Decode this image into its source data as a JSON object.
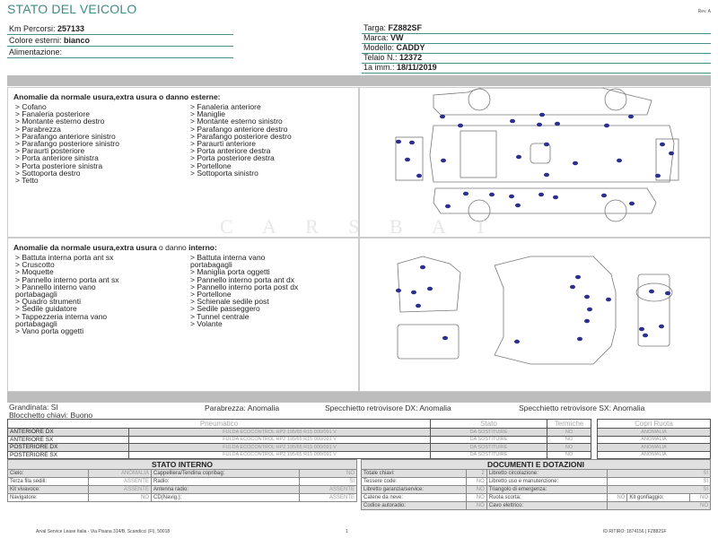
{
  "header": {
    "title": "STATO DEL VEICOLO",
    "rev": "Rev. A"
  },
  "vehicle_left": [
    {
      "label": "Km Percorsi:",
      "value": "257133"
    },
    {
      "label": "Colore esterni:",
      "value": "bianco"
    },
    {
      "label": "Alimentazione:",
      "value": ""
    }
  ],
  "vehicle_right": [
    {
      "label": "Targa:",
      "value": "FZ882SF"
    },
    {
      "label": "Marca:",
      "value": "VW"
    },
    {
      "label": "Modello:",
      "value": "CADDY"
    },
    {
      "label": "Telaio N.:",
      "value": "12372"
    },
    {
      "label": "1a imm.:",
      "value": "18/11/2019"
    }
  ],
  "exterior": {
    "heading": "Anomalie da normale usura,extra usura o danno esterne:",
    "col1": [
      "> Cofano",
      "> Fanaleria posteriore",
      "> Montante esterno destro",
      "> Parabrezza",
      "> Parafango anteriore sinistro",
      "> Parafango posteriore sinistro",
      "> Paraurti posteriore",
      "> Porta anteriore sinistra",
      "> Porta posteriore sinistra",
      "> Sottoporta destro",
      "> Tetto"
    ],
    "col2": [
      "> Fanaleria anteriore",
      "> Maniglie",
      "> Montante esterno sinistro",
      "> Parafango anteriore destro",
      "> Parafango posteriore destro",
      "> Paraurti anteriore",
      "> Porta anteriore destra",
      "> Porta posteriore destra",
      "> Portellone",
      "> Sottoporta sinistro"
    ]
  },
  "interior": {
    "heading_a": "Anomalie da normale usura,extra usura",
    "heading_b": "o danno",
    "heading_c": "interno:",
    "col1": [
      "> Battuta interna porta ant sx",
      "> Cruscotto",
      "> Moquette",
      "> Pannello interno porta ant sx",
      "> Pannello interno vano",
      "portabagagli",
      "> Quadro strumenti",
      "> Sedile guidatore",
      "> Tappezzeria interna vano",
      "portabagagli",
      "> Vano porta oggetti"
    ],
    "col2": [
      "> Battuta interna vano",
      "portabagagli",
      "> Maniglia porta oggetti",
      "> Pannello interno porta ant dx",
      "> Pannello interno porta post dx",
      "> Portellone",
      "> Schienale sedile post",
      "> Sedile passeggero",
      "> Tunnel centrale",
      "> Volante"
    ]
  },
  "watermark": "CARSBAT",
  "summary": {
    "grandinata": "Grandinata: SI",
    "blocchetto": "Blocchetto chiavi: Buono",
    "parabrezza": "Parabrezza: Anomalia",
    "spec_dx": "Specchietto retrovisore DX: Anomalia",
    "spec_sx": "Specchietto retrovisore SX: Anomalia"
  },
  "tyres": {
    "headers": [
      "Pneumatico",
      "Stato",
      "Termiche"
    ],
    "copri_header": "Copri Ruota",
    "rows": [
      {
        "pos": "ANTERIORE DX",
        "tyre": "FULDA ECOCONTROL HP2 195/65 R15 000/091 V",
        "stato": "DA SOSTITUIRE",
        "termiche": "NO",
        "copri": "ANOMALIA"
      },
      {
        "pos": "ANTERIORE SX",
        "tyre": "FULDA ECOCONTROL HP2 195/65 R15 000/091 V",
        "stato": "DA SOSTITUIRE",
        "termiche": "NO",
        "copri": "ANOMALIA"
      },
      {
        "pos": "POSTERIORE DX",
        "tyre": "FULDA ECOCONTROL HP2 195/65 R15 000/091 V",
        "stato": "DA SOSTITUIRE",
        "termiche": "NO",
        "copri": "ANOMALIA"
      },
      {
        "pos": "POSTERIORE SX",
        "tyre": "FULDA ECOCONTROL HP2 195/65 R15 000/091 V",
        "stato": "DA SOSTITUIRE",
        "termiche": "NO",
        "copri": "ANOMALIA"
      }
    ]
  },
  "stato_interno": {
    "title": "STATO INTERNO",
    "rows": [
      [
        "Cielo:",
        "ANOMALIA",
        "Cappelliera/Tendina copribag:",
        "NO"
      ],
      [
        "Terza fila sedili:",
        "ASSENTE",
        "Radio:",
        "SI"
      ],
      [
        "Kit vivavoce:",
        "ASSENTE",
        "Antenna radio:",
        "ASSENTE"
      ],
      [
        "Navigatore:",
        "NO",
        "CD(Navig.):",
        "ASSENTE"
      ]
    ]
  },
  "documenti": {
    "title": "DOCUMENTI E DOTAZIONI",
    "rows": [
      [
        "Totale chiavi:",
        "2",
        "Libretto circolazione:",
        "SI"
      ],
      [
        "Tessere code:",
        "NO",
        "Libretto uso e manutenzione:",
        "SI"
      ],
      [
        "Libretto garanzia/service:",
        "NO",
        "Triangolo di emergenza:",
        "SI"
      ],
      [
        "Catene da neve:",
        "NO",
        "Ruota scorta:",
        "NO",
        "Kit gonfiaggio:",
        "NO"
      ],
      [
        "Codice autoradio:",
        "NO",
        "Cavo elettrico:",
        "NO"
      ]
    ]
  },
  "footer": {
    "address": "Arval Service Lease Italia - Via Pisana 314/B, Scandicci (FI), 50018",
    "page": "1",
    "id": "ID RITIRO: 1874156 | FZ882SF"
  },
  "colors": {
    "accent": "#3f8c84",
    "damage_dot": "#2b2f8f",
    "band": "#bdbdbd"
  }
}
